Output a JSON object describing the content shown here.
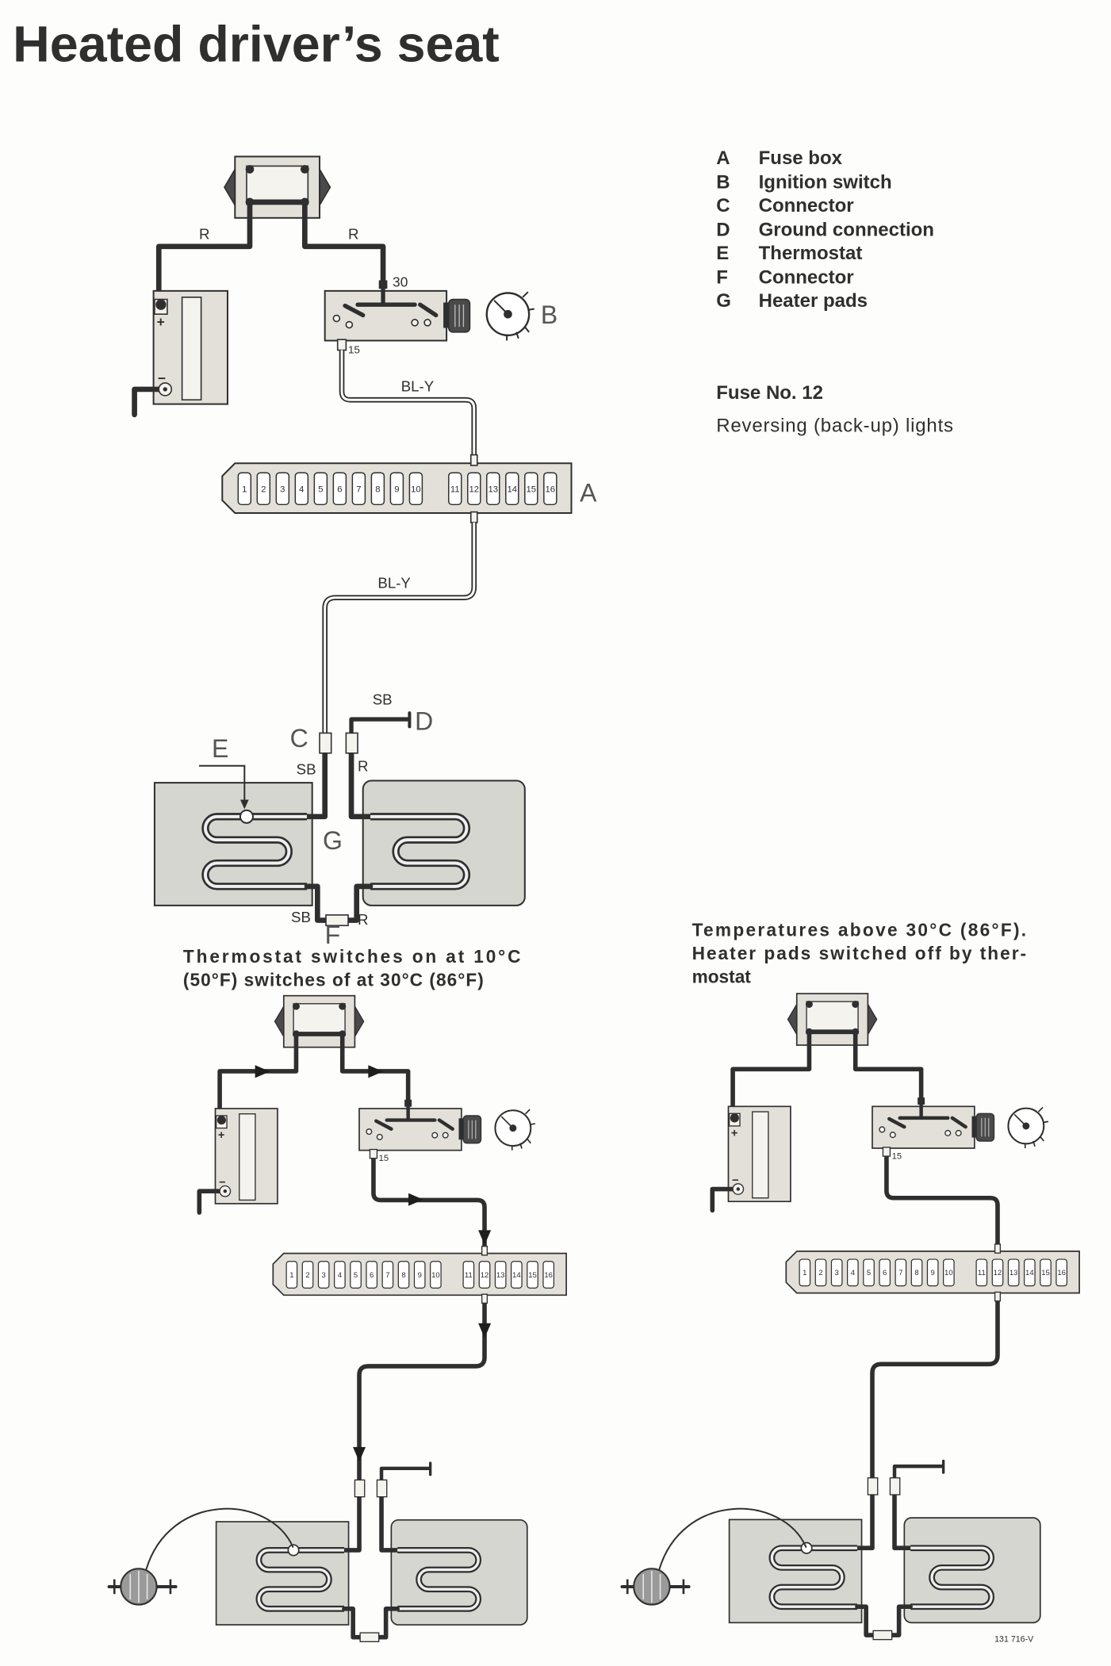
{
  "title": "Heated driver’s seat",
  "legend": [
    {
      "key": "A",
      "label": "Fuse box"
    },
    {
      "key": "B",
      "label": "Ignition switch"
    },
    {
      "key": "C",
      "label": "Connector"
    },
    {
      "key": "D",
      "label": "Ground connection"
    },
    {
      "key": "E",
      "label": "Thermostat"
    },
    {
      "key": "F",
      "label": "Connector"
    },
    {
      "key": "G",
      "label": "Heater pads"
    }
  ],
  "fuse_note": {
    "heading": "Fuse No. 12",
    "text": "Reversing (back-up) lights"
  },
  "diagram": {
    "component_letters": {
      "fuse_box": "A",
      "ignition_switch": "B",
      "connector_c": "C",
      "ground": "D",
      "thermostat": "E",
      "connector_f": "F",
      "heater_pads": "G"
    },
    "wire_labels": {
      "battery_feed_left": "R",
      "battery_feed_right": "R",
      "ignition_to_fuse": "BL-Y",
      "fuse_to_connector": "BL-Y",
      "ground": "SB",
      "pad_left_top": "SB",
      "pad_right_top": "R",
      "pad_left_bottom": "SB",
      "pad_right_bottom": "R"
    },
    "terminal_labels": {
      "ignition_30": "30",
      "ignition_15": "15"
    },
    "battery_polarity": {
      "positive": "+",
      "negative": "−"
    }
  },
  "fuse_box": {
    "fuse_numbers": [
      "1",
      "2",
      "3",
      "4",
      "5",
      "6",
      "7",
      "8",
      "9",
      "10",
      "11",
      "12",
      "13",
      "14",
      "15",
      "16"
    ]
  },
  "captions": {
    "on_state": [
      "Thermostat switches on at 10°C",
      "(50°F) switches of at 30°C (86°F)"
    ],
    "off_state": [
      "Temperatures above 30°C (86°F).",
      "Heater pads switched off by ther-",
      "mostat"
    ]
  },
  "figure_code": "131 716-V",
  "colors": {
    "ink": "#2f2f2f",
    "component_fill": "#e2e0d8",
    "pad_fill": "#d6d6d0",
    "paper": "#fdfdfb"
  }
}
